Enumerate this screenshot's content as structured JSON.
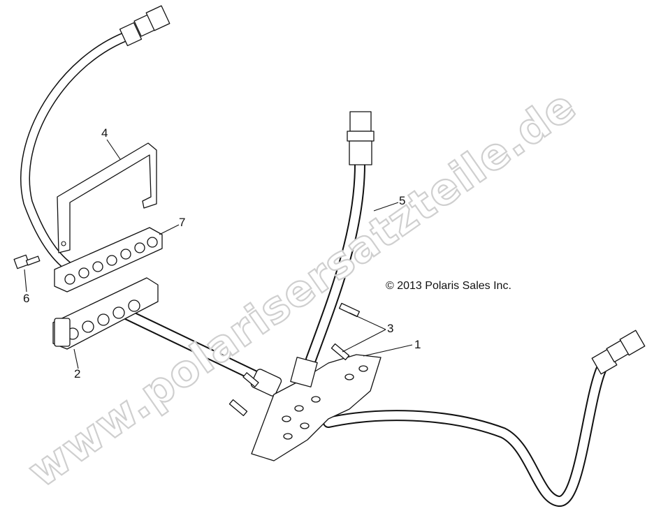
{
  "callouts": {
    "c1": "1",
    "c2": "2",
    "c3": "3",
    "c4": "4",
    "c5": "5",
    "c6": "6",
    "c7": "7"
  },
  "copyright": "© 2013 Polaris Sales Inc.",
  "watermark": "www.polarisersatzteile.de",
  "colors": {
    "line": "#111111",
    "watermark_outline": "#cfcfcf",
    "background": "#ffffff"
  }
}
